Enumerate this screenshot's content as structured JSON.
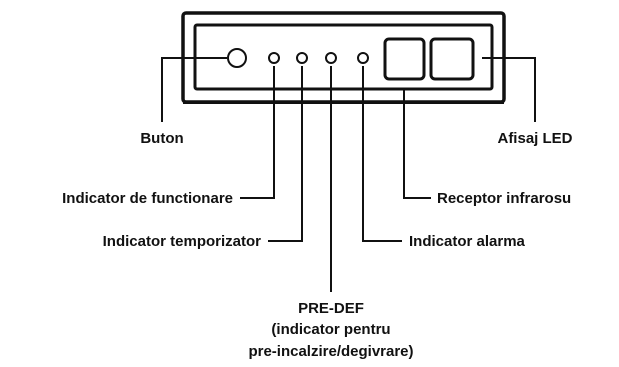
{
  "labels": {
    "buton": "Buton",
    "afisaj_led": "Afisaj LED",
    "indicator_functionare": "Indicator de functionare",
    "receptor_infrarosu": "Receptor infrarosu",
    "indicator_temporizator": "Indicator temporizator",
    "indicator_alarma": "Indicator alarma",
    "pre_def_line1": "PRE-DEF",
    "pre_def_line2": "(indicator pentru",
    "pre_def_line3": "pre-incalzire/degivrare)"
  }
}
